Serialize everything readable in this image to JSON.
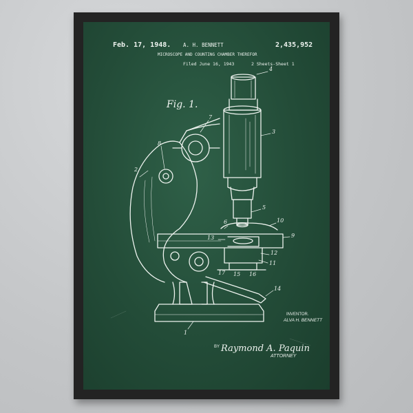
{
  "patent": {
    "date": "Feb. 17, 1948.",
    "inventor_header": "A. H. BENNETT",
    "number": "2,435,952",
    "title": "MICROSCOPE AND COUNTING CHAMBER THEREFOR",
    "filed": "Filed June 16, 1943",
    "sheets": "2 Sheets-Sheet 1"
  },
  "figure": {
    "label": "Fig. 1.",
    "parts": [
      "4",
      "3",
      "7",
      "8",
      "2",
      "5",
      "6",
      "10",
      "9",
      "13",
      "12",
      "11",
      "17",
      "15",
      "16",
      "14",
      "1"
    ]
  },
  "footer": {
    "inventor_label": "INVENTOR.",
    "inventor_name": "ALVA H. BENNETT",
    "by": "BY",
    "signature": "Raymond A. Paquin",
    "attorney": "ATTORNEY"
  },
  "colors": {
    "frame": "#232323",
    "chalkboard": "#234c38",
    "chalk": "#eef3ef",
    "wall": "#c9cbcd"
  }
}
